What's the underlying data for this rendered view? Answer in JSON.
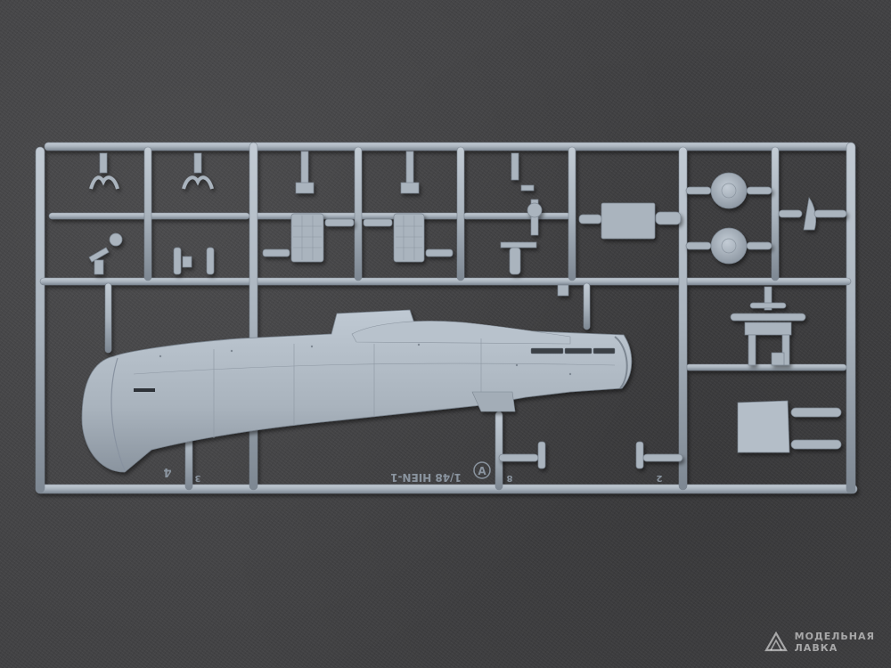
{
  "scene": {
    "description_colors": {
      "background": "#414143",
      "plastic": "#aab4be",
      "plastic_shadow": "#7d8792"
    },
    "sprue_markings": {
      "kit_code": "1/48 HIEN-1",
      "frame_letter": "A",
      "part_numbers": [
        "4",
        "3",
        "8",
        "2"
      ]
    }
  },
  "watermark": {
    "line1": "МОДЕЛЬНАЯ",
    "line2": "ЛАВКА",
    "logo_icon": "hanger-logo-icon"
  }
}
